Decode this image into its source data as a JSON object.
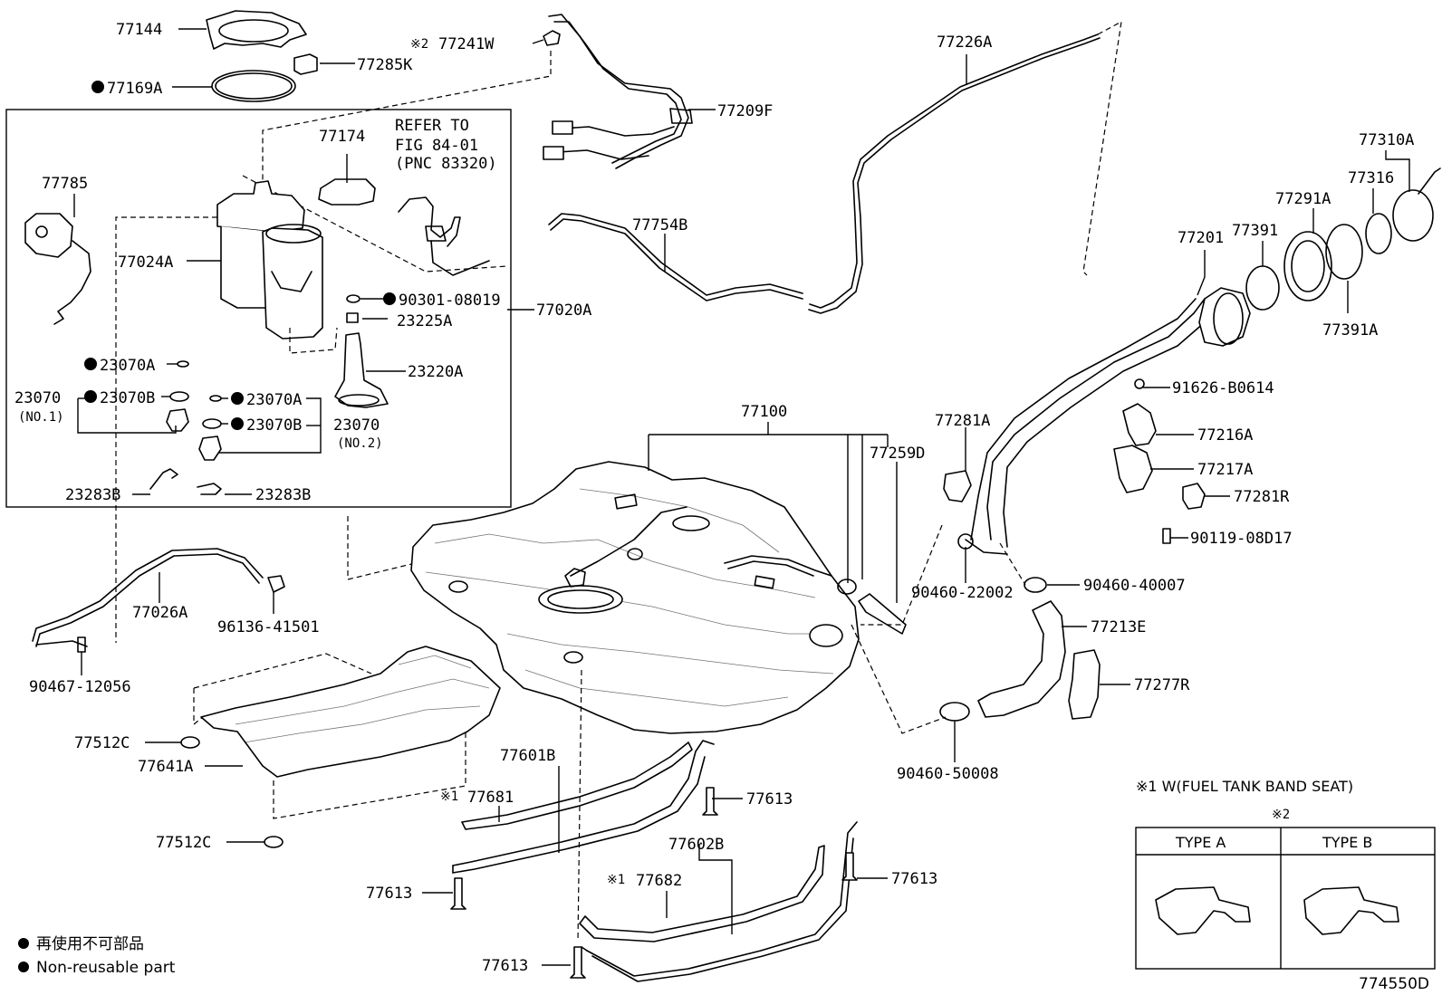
{
  "footnotes": {
    "note1": "※1  W(FUEL TANK BAND SEAT)",
    "note2": "※2",
    "type_a": "TYPE A",
    "type_b": "TYPE B"
  },
  "legend": {
    "jp": "再使用不可部品",
    "en": "Non-reusable part"
  },
  "figure_code": "774550D",
  "refer": {
    "line1": "REFER TO",
    "line2": "FIG 84-01",
    "line3": "(PNC 83320)"
  },
  "labels": {
    "p77144": "77144",
    "p77169a": "77169A",
    "p77285k": "77285K",
    "p77241w_mark": "※2",
    "p77241w": "77241W",
    "p77209f": "77209F",
    "p77226a": "77226A",
    "p77174": "77174",
    "p77785": "77785",
    "p77024a": "77024A",
    "p90301": "90301-08019",
    "p77020a": "77020A",
    "p23225a": "23225A",
    "p23220a": "23220A",
    "p23070a_1": "23070A",
    "p23070b_1": "23070B",
    "p23070_1": "23070",
    "p23070_1_sub": "(NO.1)",
    "p23070a_2": "23070A",
    "p23070b_2": "23070B",
    "p23070_2": "23070",
    "p23070_2_sub": "(NO.2)",
    "p23283b_1": "23283B",
    "p23283b_2": "23283B",
    "p77754b": "77754B",
    "p77310a": "77310A",
    "p77316": "77316",
    "p77291a": "77291A",
    "p77391": "77391",
    "p77201": "77201",
    "p77391a": "77391A",
    "p91626": "91626-B0614",
    "p77216a": "77216A",
    "p77217a": "77217A",
    "p77281r": "77281R",
    "p90119": "90119-08D17",
    "p77100": "77100",
    "p77281a": "77281A",
    "p77259d": "77259D",
    "p90460_22002": "90460-22002",
    "p90460_40007": "90460-40007",
    "p77213e": "77213E",
    "p77277r": "77277R",
    "p90460_50008": "90460-50008",
    "p77026a": "77026A",
    "p96136": "96136-41501",
    "p90467": "90467-12056",
    "p77512c_1": "77512C",
    "p77641a": "77641A",
    "p77512c_2": "77512C",
    "p77601b": "77601B",
    "p77681_mark": "※1",
    "p77681": "77681",
    "p77613_1": "77613",
    "p77602b": "77602B",
    "p77682_mark": "※1",
    "p77682": "77682",
    "p77613_2": "77613",
    "p77613_3": "77613",
    "p77613_4": "77613"
  }
}
